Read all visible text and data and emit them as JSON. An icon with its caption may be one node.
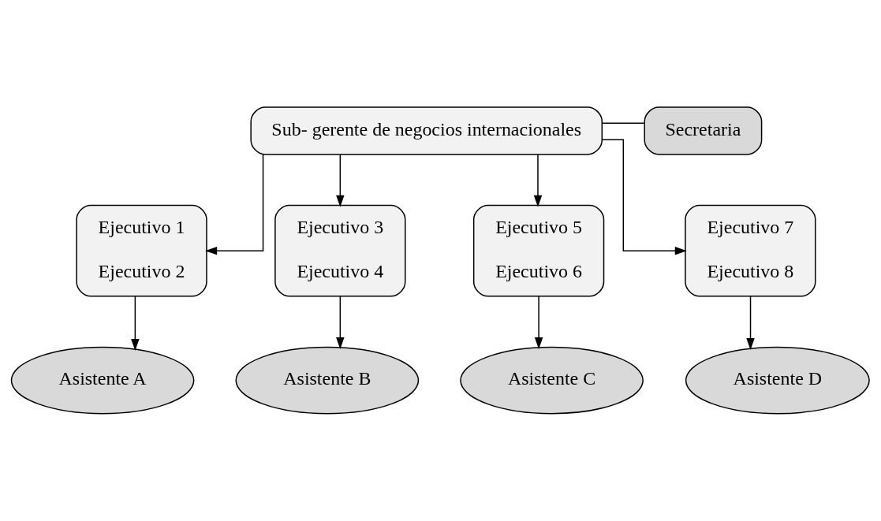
{
  "diagram": {
    "nodes": [
      {
        "text": [
          "Sub- gerente de negocios internacionales"
        ]
      },
      {
        "text": [
          "Secretaria"
        ]
      },
      {
        "text": [
          "Ejecutivo 1",
          "Ejecutivo 2"
        ]
      },
      {
        "text": [
          "Ejecutivo 3",
          "Ejecutivo 4"
        ]
      },
      {
        "text": [
          "Ejecutivo 5",
          "Ejecutivo 6"
        ]
      },
      {
        "text": [
          "Ejecutivo 7",
          "Ejecutivo 8"
        ]
      },
      {
        "text": [
          "Asistente A"
        ]
      },
      {
        "text": [
          "Asistente B"
        ]
      },
      {
        "text": [
          "Asistente C"
        ]
      },
      {
        "text": [
          "Asistente D"
        ]
      }
    ],
    "edges": [
      {
        "from": 0,
        "to": 1,
        "arrow": "none"
      },
      {
        "from": 0,
        "to": 2,
        "arrow": "to"
      },
      {
        "from": 0,
        "to": 3,
        "arrow": "to"
      },
      {
        "from": 0,
        "to": 4,
        "arrow": "to"
      },
      {
        "from": 0,
        "to": 5,
        "arrow": "to"
      },
      {
        "from": 2,
        "to": 6,
        "arrow": "to"
      },
      {
        "from": 3,
        "to": 7,
        "arrow": "to"
      },
      {
        "from": 4,
        "to": 8,
        "arrow": "to"
      },
      {
        "from": 5,
        "to": 9,
        "arrow": "to"
      }
    ]
  }
}
